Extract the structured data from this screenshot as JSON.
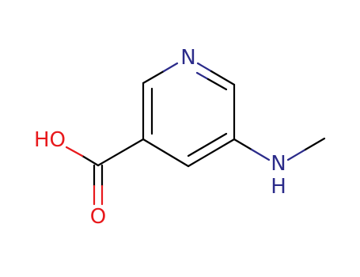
{
  "molecule": {
    "atoms": {
      "ring_n": {
        "label": "N",
        "color": "#2b2b8a"
      },
      "hydroxyl_o": {
        "label": "HO",
        "color": "#e8191c"
      },
      "carbonyl_o": {
        "label": "O",
        "color": "#e8191c"
      },
      "amine_n": {
        "label": "N",
        "color": "#2b2b8a"
      },
      "amine_h": {
        "label": "H",
        "color": "#2b2b8a"
      }
    },
    "colors": {
      "carbon_bond": "#000000",
      "nitrogen": "#2b2b8a",
      "oxygen": "#e8191c"
    }
  }
}
